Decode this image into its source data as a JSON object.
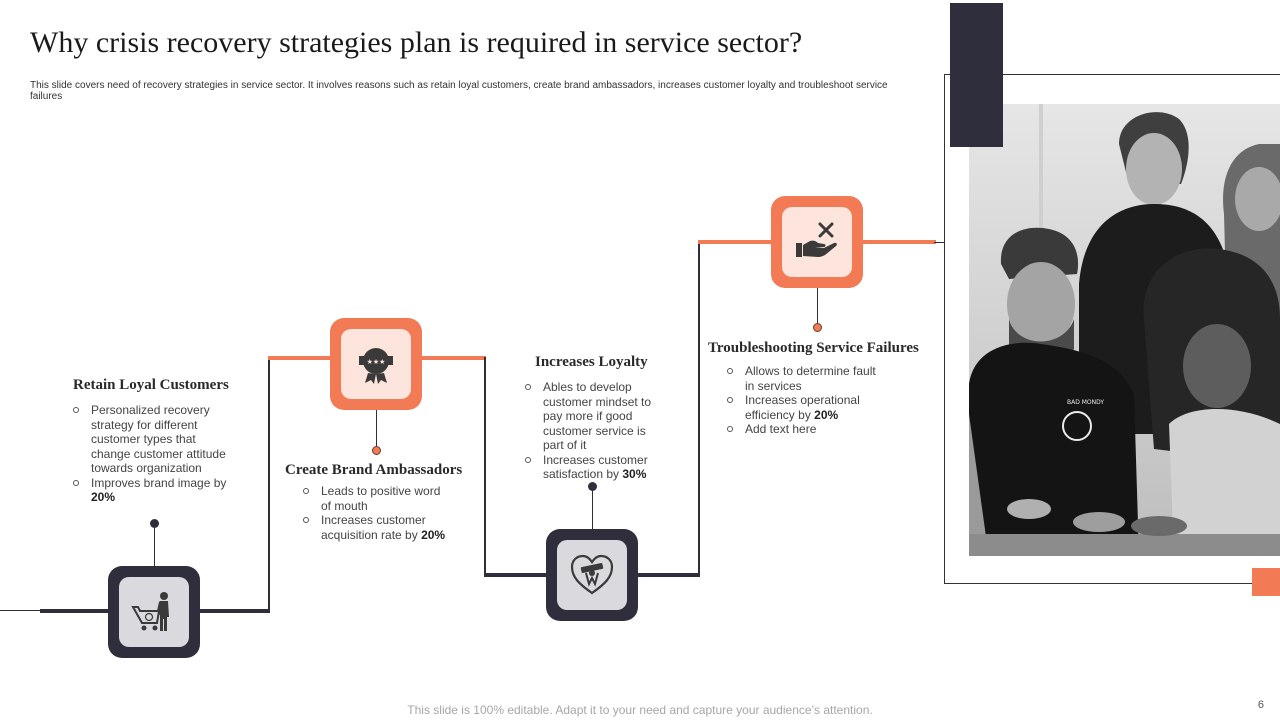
{
  "title": "Why crisis recovery strategies plan is required in service sector?",
  "subtitle": "This slide covers need of recovery strategies in service sector. It involves reasons such as  retain loyal customers, create brand ambassadors, increases customer loyalty and troubleshoot service failures",
  "steps": [
    {
      "heading": "Retain Loyal Customers",
      "icon": "shopping-cart-person-icon",
      "bullets": [
        {
          "text": "Personalized recovery strategy for different customer types  that change customer attitude towards organization",
          "bold": ""
        },
        {
          "text": "Improves brand image by ",
          "bold": "20%"
        }
      ]
    },
    {
      "heading": "Create Brand Ambassadors",
      "icon": "award-badge-icon",
      "bullets": [
        {
          "text": "Leads to positive word of mouth",
          "bold": ""
        },
        {
          "text": "Increases customer acquisition rate by ",
          "bold": "20%"
        }
      ]
    },
    {
      "heading": "Increases Loyalty",
      "icon": "heart-loyalty-icon",
      "bullets": [
        {
          "text": "Ables to develop customer mindset to pay more if good customer service is part of it",
          "bold": ""
        },
        {
          "text": "Increases customer satisfaction by ",
          "bold": "30%"
        }
      ]
    },
    {
      "heading": "Troubleshooting Service Failures",
      "icon": "hand-cross-icon",
      "bullets": [
        {
          "text": "Allows to determine fault in services",
          "bold": ""
        },
        {
          "text": "Increases operational efficiency by ",
          "bold": "20%"
        },
        {
          "text": "Add text here",
          "bold": ""
        }
      ]
    }
  ],
  "footer": "This slide is 100% editable. Adapt it to your need and capture your audience’s attention.",
  "page_number": "6",
  "colors": {
    "dark": "#2f2e3d",
    "accent": "#f27a55"
  }
}
